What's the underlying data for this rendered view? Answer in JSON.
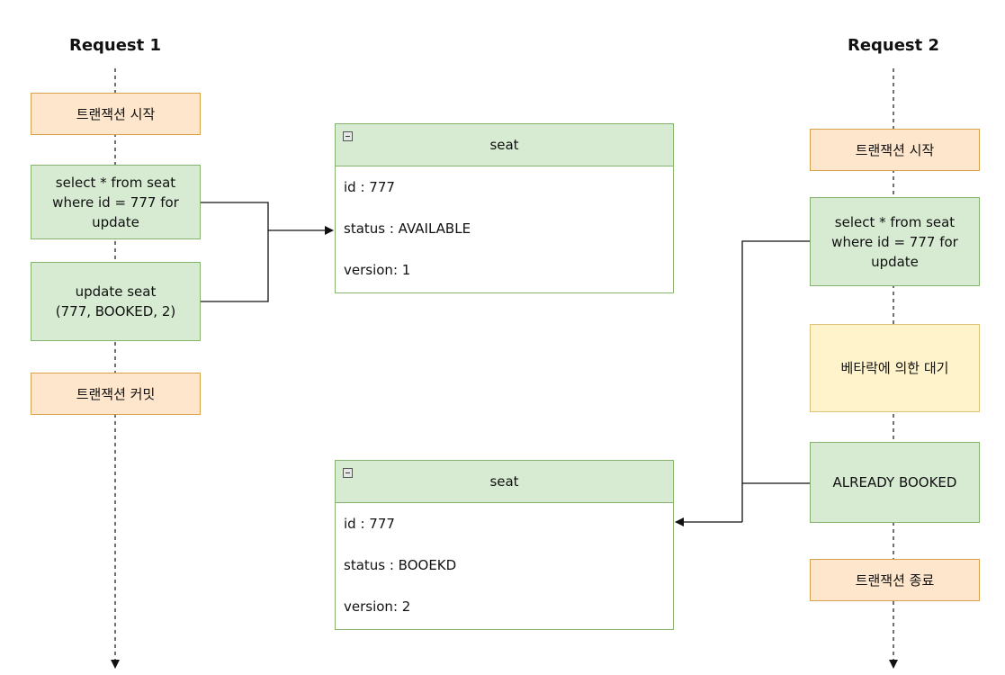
{
  "request1": {
    "title": "Request 1",
    "tx_start": "트랜잭션 시작",
    "select_query": "select * from seat\nwhere id = 777 for\nupdate",
    "update_query": "update seat\n(777, BOOKED, 2)",
    "tx_commit": "트랜잭션 커밋"
  },
  "request2": {
    "title": "Request 2",
    "tx_start": "트랜잭션 시작",
    "select_query": "select * from seat\nwhere id = 777 for\nupdate",
    "wait": "베타락에 의한 대기",
    "result": "ALREADY BOOKED",
    "tx_end": "트랜잭션 종료"
  },
  "seat_before": {
    "name": "seat",
    "id": "id : 777",
    "status": "status : AVAILABLE",
    "version": "version: 1"
  },
  "seat_after": {
    "name": "seat",
    "id": "id : 777",
    "status": "status : BOOEKD",
    "version": "version: 2"
  },
  "colors": {
    "orange_fill": "#fde6cc",
    "green_fill": "#d6ebd2",
    "yellow_fill": "#fff3cc"
  }
}
